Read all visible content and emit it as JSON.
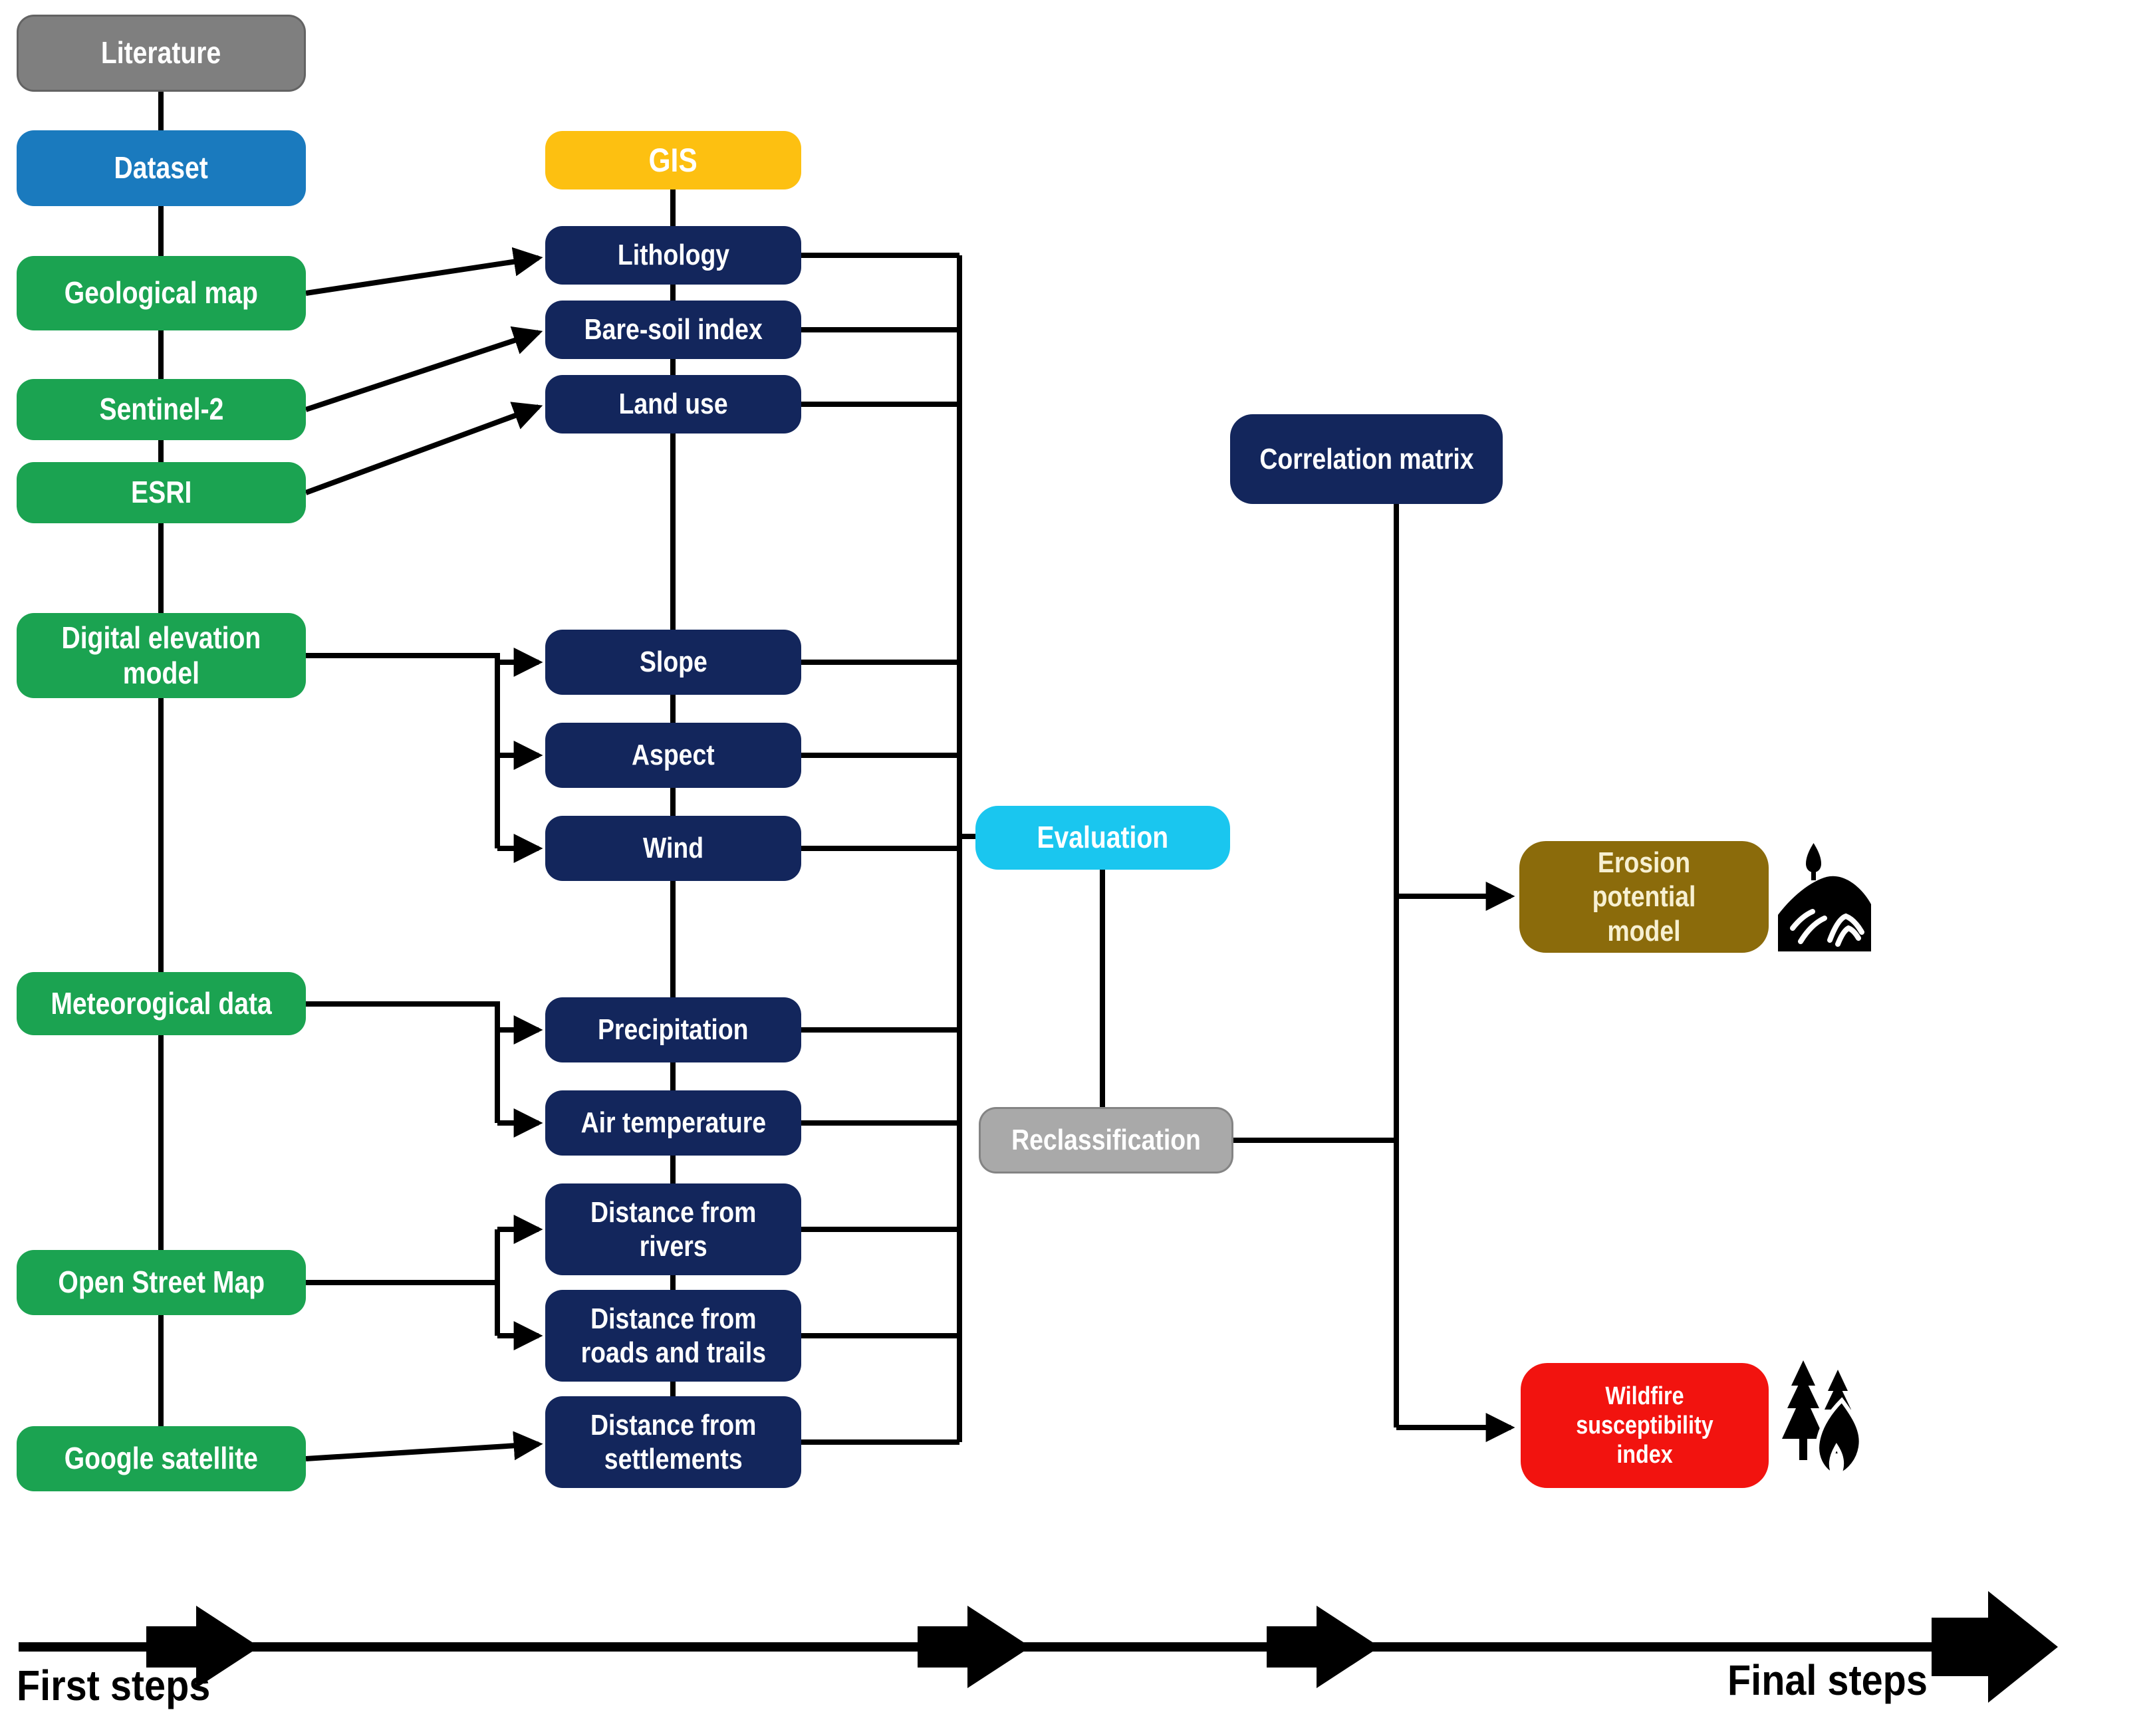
{
  "title": "GIS workflow flowchart",
  "colors": {
    "literature_gray": "#7f7f7f",
    "dataset_blue": "#1a7abe",
    "source_green": "#1ba351",
    "gis_gold": "#fdc011",
    "factor_navy": "#13265c",
    "evaluation_cyan": "#1ac6ef",
    "reclassification_gray": "#a9a9a9",
    "erosion_brown": "#8b6b0b",
    "wildfire_red": "#f2130f",
    "line_black": "#000000",
    "erosion_text_cream": "#f7f0d2",
    "text_white": "#ffffff"
  },
  "nodes": {
    "literature": {
      "label": "Literature",
      "bg": "#7f7f7f",
      "fg": "#ffffff"
    },
    "dataset": {
      "label": "Dataset",
      "bg": "#1a7abe",
      "fg": "#ffffff"
    },
    "geological_map": {
      "label": "Geological map",
      "bg": "#1ba351",
      "fg": "#ffffff"
    },
    "sentinel2": {
      "label": "Sentinel-2",
      "bg": "#1ba351",
      "fg": "#ffffff"
    },
    "esri": {
      "label": "ESRI",
      "bg": "#1ba351",
      "fg": "#ffffff"
    },
    "dem": {
      "label": "Digital elevation\nmodel",
      "bg": "#1ba351",
      "fg": "#ffffff"
    },
    "meteo": {
      "label": "Meteorogical data",
      "bg": "#1ba351",
      "fg": "#ffffff"
    },
    "osm": {
      "label": "Open Street Map",
      "bg": "#1ba351",
      "fg": "#ffffff"
    },
    "google_sat": {
      "label": "Google satellite",
      "bg": "#1ba351",
      "fg": "#ffffff"
    },
    "gis": {
      "label": "GIS",
      "bg": "#fdc011",
      "fg": "#ffffff"
    },
    "lithology": {
      "label": "Lithology",
      "bg": "#13265c",
      "fg": "#ffffff"
    },
    "bare_soil": {
      "label": "Bare-soil index",
      "bg": "#13265c",
      "fg": "#ffffff"
    },
    "land_use": {
      "label": "Land use",
      "bg": "#13265c",
      "fg": "#ffffff"
    },
    "slope": {
      "label": "Slope",
      "bg": "#13265c",
      "fg": "#ffffff"
    },
    "aspect": {
      "label": "Aspect",
      "bg": "#13265c",
      "fg": "#ffffff"
    },
    "wind": {
      "label": "Wind",
      "bg": "#13265c",
      "fg": "#ffffff"
    },
    "precipitation": {
      "label": "Precipitation",
      "bg": "#13265c",
      "fg": "#ffffff"
    },
    "air_temp": {
      "label": "Air temperature",
      "bg": "#13265c",
      "fg": "#ffffff"
    },
    "dist_rivers": {
      "label": "Distance from\nrivers",
      "bg": "#13265c",
      "fg": "#ffffff"
    },
    "dist_roads": {
      "label": "Distance from\nroads and trails",
      "bg": "#13265c",
      "fg": "#ffffff"
    },
    "dist_settlements": {
      "label": "Distance from\nsettlements",
      "bg": "#13265c",
      "fg": "#ffffff"
    },
    "evaluation": {
      "label": "Evaluation",
      "bg": "#1ac6ef",
      "fg": "#ffffff"
    },
    "reclassification": {
      "label": "Reclassification",
      "bg": "#a9a9a9",
      "fg": "#ffffff"
    },
    "correlation": {
      "label": "Correlation matrix",
      "bg": "#13265c",
      "fg": "#ffffff"
    },
    "erosion": {
      "label": "Erosion potential\nmodel",
      "bg": "#8b6b0b",
      "fg": "#f7f0d2"
    },
    "wildfire": {
      "label": "Wildfire susceptibility\nindex",
      "bg": "#f2130f",
      "fg": "#ffffff"
    }
  },
  "icons": {
    "erosion": "erosion-hill-icon",
    "wildfire": "burning-trees-icon"
  },
  "timeline": {
    "first_label": "First steps",
    "final_label": "Final steps"
  }
}
